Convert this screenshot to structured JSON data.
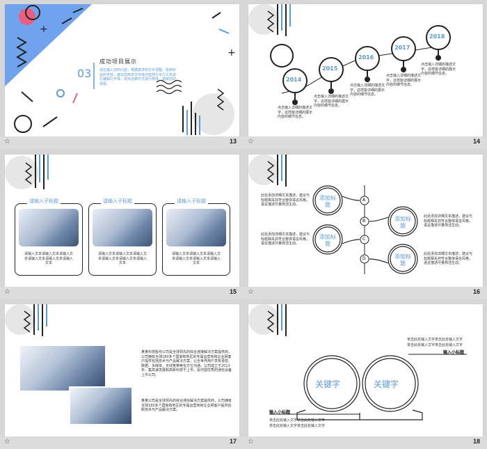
{
  "slides": [
    {
      "number": "13",
      "title": "成功项目展示",
      "index": "03",
      "body": "请在输入您的内容，根据需求的文字调整，恰到好处的字体，建议您用本文字体内容部分本行文本进行编辑行字体，现对这种方式进行修改，谢谢您的观看。"
    },
    {
      "number": "14",
      "years": [
        "2014",
        "2015",
        "2016",
        "2017",
        "2018"
      ],
      "desc": "点击输入详细的描述文字，这样能详细的展示内容的细节信息。"
    },
    {
      "number": "15",
      "cards": [
        {
          "title": "请输入子标题",
          "text": "请输入文本请输入文本请输入文本请输入文本请输入文本请输入文本"
        },
        {
          "title": "请输入子标题",
          "text": "请输入文本请输入文本请输入文本请输入文本请输入文本请输入文本"
        },
        {
          "title": "请输入子标题",
          "text": "请输入文本请输入文本请输入文本请输入文本请输入文本请输入文本"
        }
      ]
    },
    {
      "number": "16",
      "heading": "添加标题",
      "letters": [
        "A",
        "B",
        "C",
        "D"
      ],
      "desc": "此处添加详细文本描述，建议与标题相关并符合整体语言风格，语言描述尽量简洁生动。"
    },
    {
      "number": "17",
      "para1": "某某科技股份公司是全球领先的综合连接解决方案提供商，公司拥有全球180多个国家和地区的专属运营商和企业网客户提供包括技术与产品解决方案，让全世界用户享有语音、数据、多媒体、无线宽带等全方位沟通。公司成立于2013年，集高速发展和高新科技于上市，是中国优秀的通信设备上市公司。",
      "para2": "某某公司是全球领先的综合通信解决方案提供商，公司拥有全球180多个国家和地区的专属运营商和企业网客户提供创新技术与产品解决方案。"
    },
    {
      "number": "18",
      "keyword": "关键字",
      "sub1": "输入小标题",
      "sub2": "输入小标题",
      "line": "单击此处输入文字单击此处输入文字"
    }
  ],
  "colors": {
    "blue": "#5b9bd5",
    "pink": "#e8607f",
    "dark": "#222222"
  },
  "footer_icon": "star-icon"
}
